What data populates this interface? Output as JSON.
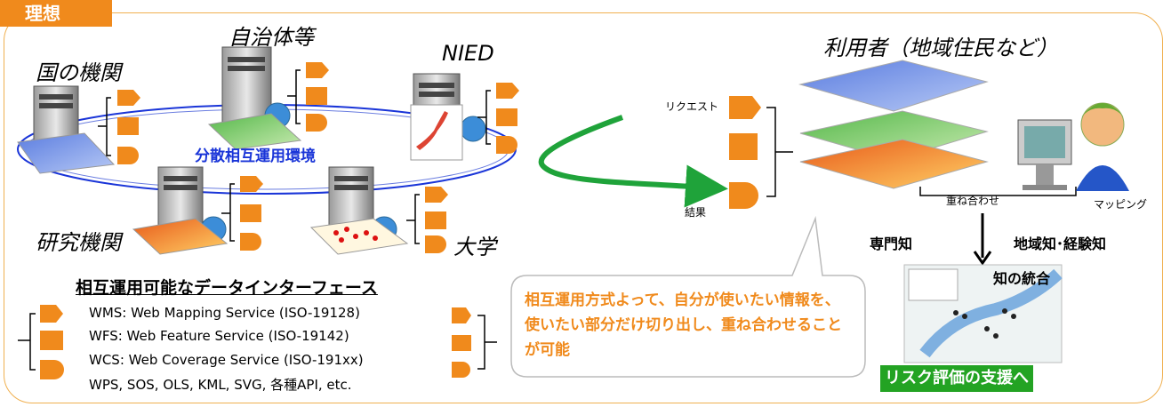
{
  "badge": "理想",
  "nodes": {
    "kuni": "国の機関",
    "jichitai": "自治体等",
    "nied": "NIED",
    "kenkyu": "研究機関",
    "daigaku": "大学"
  },
  "ring_label": "分散相互運用環境",
  "user_label": "利用者（地域住民など）",
  "request_label": "リクエスト",
  "result_label": "結果",
  "overlay_label": "重ね合わせ",
  "mapping_label": "マッピング",
  "expert_label": "専門知",
  "local_label": "地域知･経験知",
  "integration_label": "知の統合",
  "risk_label": "リスク評価の支援へ",
  "interface": {
    "title": "相互運用可能なデータインターフェース",
    "rows": [
      "WMS: Web Mapping Service (ISO-19128)",
      "WFS: Web Feature Service (ISO-19142)",
      "WCS: Web Coverage Service (ISO-191xx)",
      "WPS, SOS, OLS, KML,  SVG, 各種API, etc."
    ]
  },
  "callout_text": "相互運用方式よって、自分が使いたい情報を、使いたい部分だけ切り出し、重ね合わせることが可能",
  "colors": {
    "accent_orange": "#f08a1c",
    "ring_blue": "#1a35d8",
    "arrow_green": "#1fa33a",
    "risk_green": "#23a323"
  }
}
